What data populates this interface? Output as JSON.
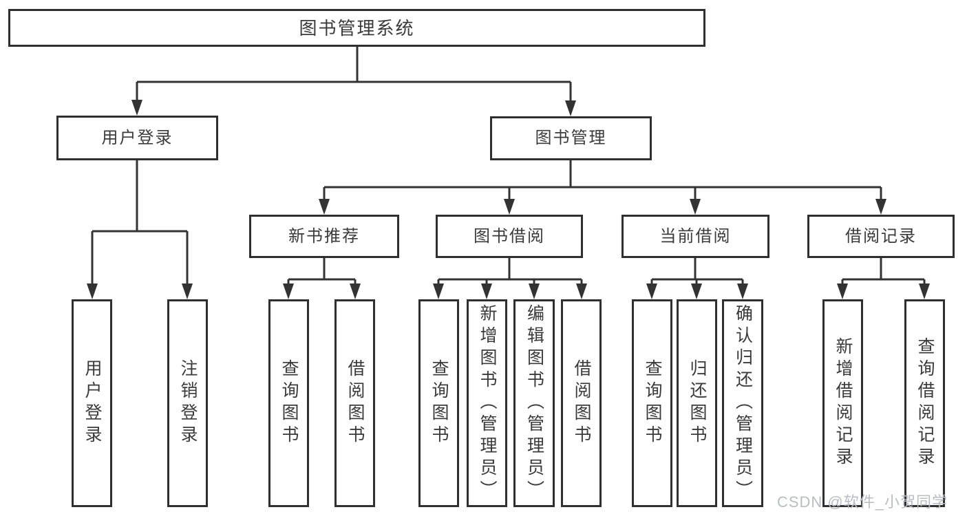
{
  "tree": {
    "root": {
      "label": "图书管理系统",
      "children": [
        {
          "label": "用户登录",
          "children": [
            {
              "label": "用户登录"
            },
            {
              "label": "注销登录"
            }
          ]
        },
        {
          "label": "图书管理",
          "children": [
            {
              "label": "新书推荐",
              "children": [
                {
                  "label": "查询图书"
                },
                {
                  "label": "借阅图书"
                }
              ]
            },
            {
              "label": "图书借阅",
              "children": [
                {
                  "label": "查询图书"
                },
                {
                  "label": "新增图书（管理员）"
                },
                {
                  "label": "编辑图书（管理员）"
                },
                {
                  "label": "借阅图书"
                }
              ]
            },
            {
              "label": "当前借阅",
              "children": [
                {
                  "label": "查询图书"
                },
                {
                  "label": "归还图书"
                },
                {
                  "label": "确认归还（管理员）"
                }
              ]
            },
            {
              "label": "借阅记录",
              "children": [
                {
                  "label": "新增借阅记录"
                },
                {
                  "label": "查询借阅记录"
                }
              ]
            }
          ]
        }
      ]
    }
  },
  "watermark": {
    "text": "CSDN @软件_小贺同学"
  },
  "colors": {
    "line": "#333333",
    "border": "#2f2f2f",
    "text": "#3a3a3a",
    "watermark": "#b9bdc2",
    "background": "#ffffff"
  }
}
